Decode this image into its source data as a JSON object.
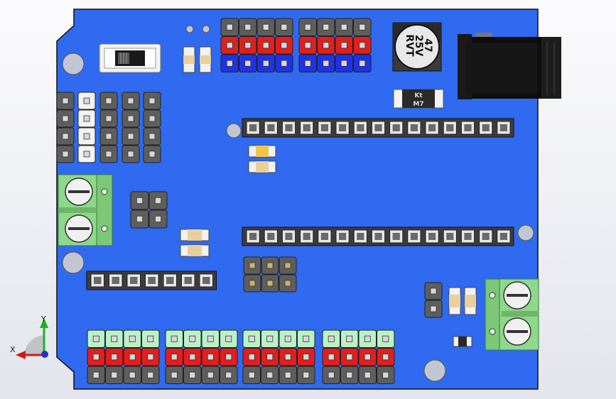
{
  "colors": {
    "board": "#2f6af0",
    "board_edge": "#101010",
    "header_gray": "#5e5e5e",
    "header_red": "#e21e1e",
    "header_blue": "#1f32e8",
    "header_green": "#b9f2c6",
    "header_white": "#f3f3f3",
    "terminal_green": "#8ed88a",
    "hole": "#c2c6d2",
    "resistor_body": "#f2f2f2",
    "resistor_band": "#e9cf9c",
    "capacitor_body": "#2a2a2a",
    "jack_body": "#0d0d0d",
    "axis_x": "#d21a1a",
    "axis_y": "#22b022",
    "axis_z": "#2233cc"
  },
  "labels": {
    "capacitor": [
      "47",
      "25V",
      "RVT"
    ],
    "diode": [
      "Kt",
      "M7"
    ]
  },
  "axis": {
    "x_label": "X",
    "y_label": "Y"
  }
}
